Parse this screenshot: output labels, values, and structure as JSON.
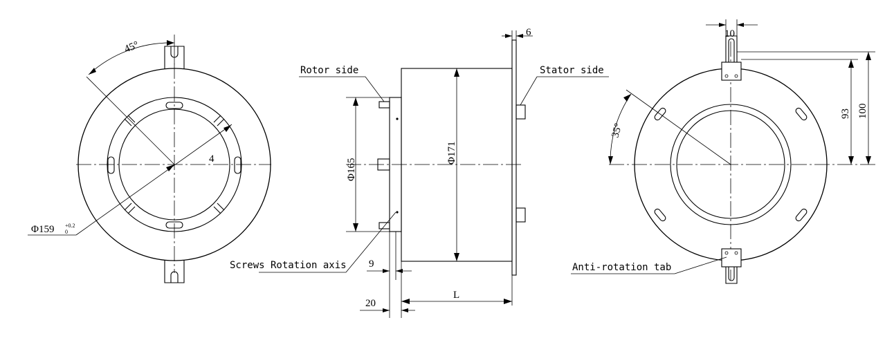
{
  "labels": {
    "rotor_side": "Rotor side",
    "stator_side": "Stator side",
    "screws_rotation_axis": "Screws Rotation axis",
    "anti_rotation_tab": "Anti-rotation tab"
  },
  "dimensions": {
    "angle_left": "45°",
    "hole_count": "4",
    "bore_diameter": "Φ159",
    "bore_tolerance_upper": "+0.2",
    "bore_tolerance_lower": "0",
    "rotor_diameter": "Φ165",
    "outer_diameter": "Φ171",
    "flange_thickness": "6",
    "screw_offset": "9",
    "rotor_length": "20",
    "body_length": "L",
    "tab_width": "10",
    "angle_right": "35°",
    "height_93": "93",
    "height_100": "100"
  }
}
